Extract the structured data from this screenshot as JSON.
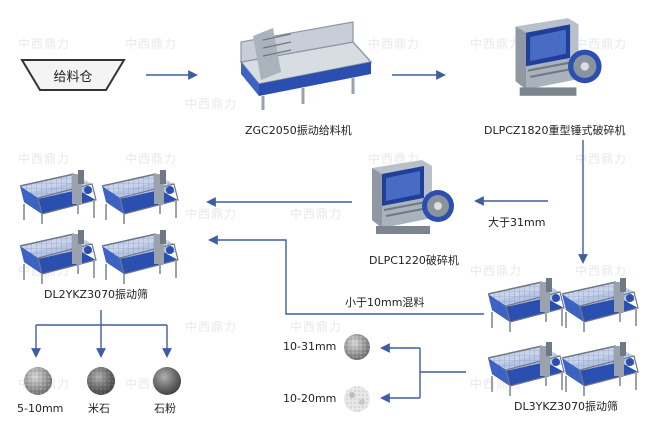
{
  "colors": {
    "arrow": "#3f5da3",
    "frame": "#9aa3ad",
    "frame_dark": "#6f7883",
    "blue": "#2a4fb0",
    "blue_light": "#5a7fd6",
    "mesh": "#b9c6e4"
  },
  "watermark": "中西鼎力",
  "nodes": {
    "hopper": "给料仓",
    "feeder": "ZGC2050振动给料机",
    "heavy_hammer_crusher": "DLPCZ1820重型锤式破碎机",
    "crusher": "DLPC1220破碎机",
    "screen_left": "DL2YKZ3070振动筛",
    "screen_right": "DL3YKZ3070振动筛"
  },
  "edge_labels": {
    "oversize": "大于31mm",
    "undersize_mix": "小于10mm混料"
  },
  "products": {
    "p1": "5-10mm",
    "p2": "米石",
    "p3": "石粉",
    "p4": "10-31mm",
    "p5": "10-20mm"
  }
}
